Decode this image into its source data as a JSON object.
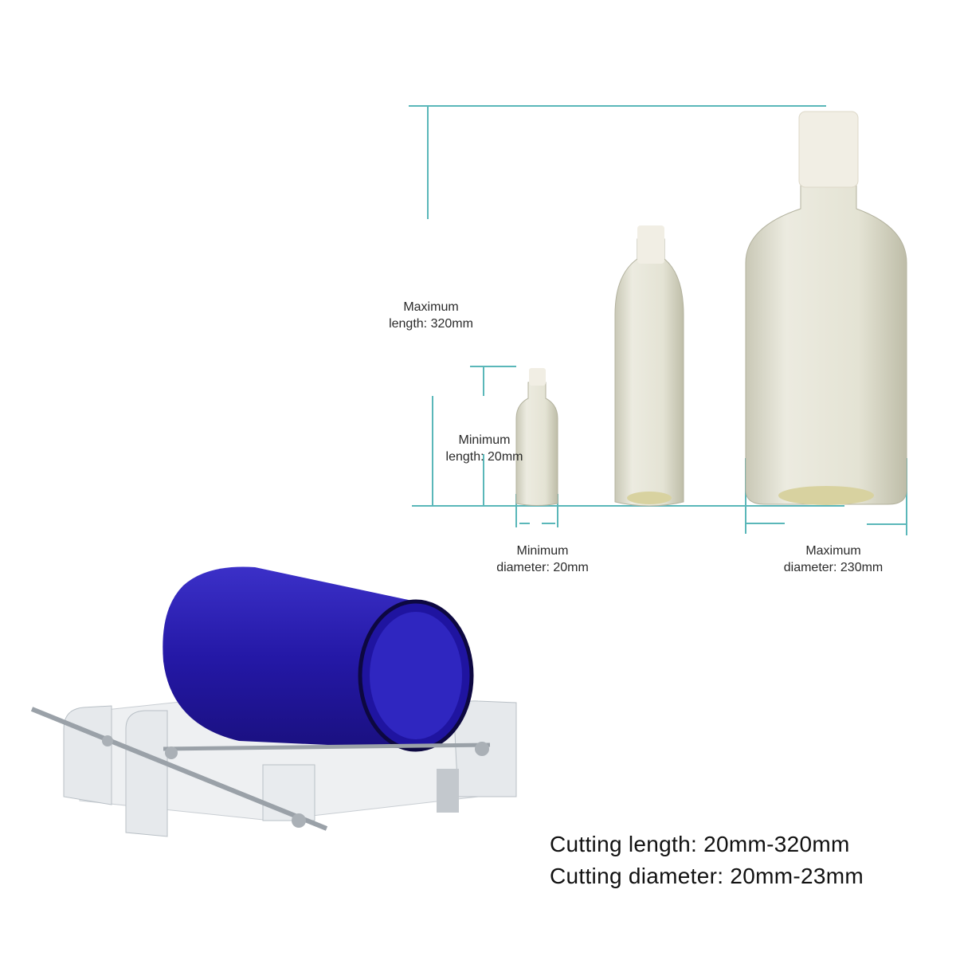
{
  "dimension_labels": {
    "max_length": {
      "line1": "Maximum",
      "line2": "length: 320mm"
    },
    "min_length": {
      "line1": "Minimum",
      "line2": "length: 20mm"
    },
    "min_diameter": {
      "line1": "Minimum",
      "line2": "diameter: 20mm"
    },
    "max_diameter": {
      "line1": "Maximum",
      "line2": "diameter: 230mm"
    }
  },
  "specs": {
    "cutting_length": "Cutting length: 20mm-320mm",
    "cutting_diameter": "Cutting diameter: 20mm-23mm"
  },
  "colors": {
    "guide_line": "#5ab7b9",
    "blue_bottle": "#2a1fb0",
    "glass": "#e3e2d2",
    "cap": "#f1eee4"
  }
}
